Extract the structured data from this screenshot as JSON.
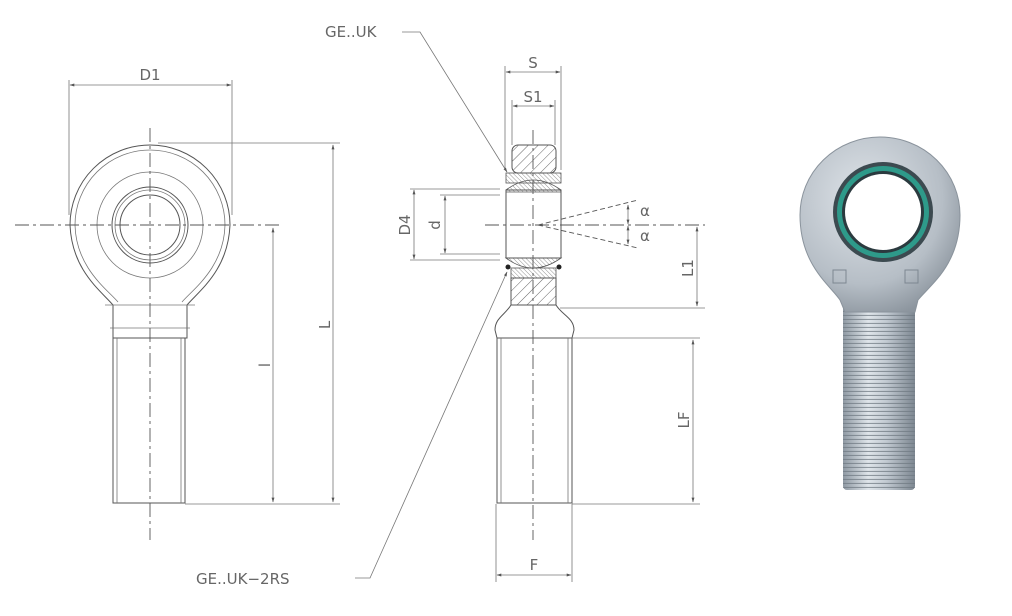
{
  "front_view": {
    "dim_D1": "D1",
    "dim_L": "L",
    "dim_l": "l"
  },
  "side_view": {
    "dim_S": "S",
    "dim_S1": "S1",
    "dim_D4": "D4",
    "dim_d": "d",
    "angle_top": "α",
    "angle_bottom": "α",
    "dim_L1": "L1",
    "dim_LF": "LF",
    "dim_F": "F",
    "callout_top": "GE..UK",
    "callout_bottom": "GE..UK−2RS"
  },
  "colors": {
    "line": "#555555",
    "seal_green": "#2e9a8a",
    "steel": "#b8c0c8"
  }
}
